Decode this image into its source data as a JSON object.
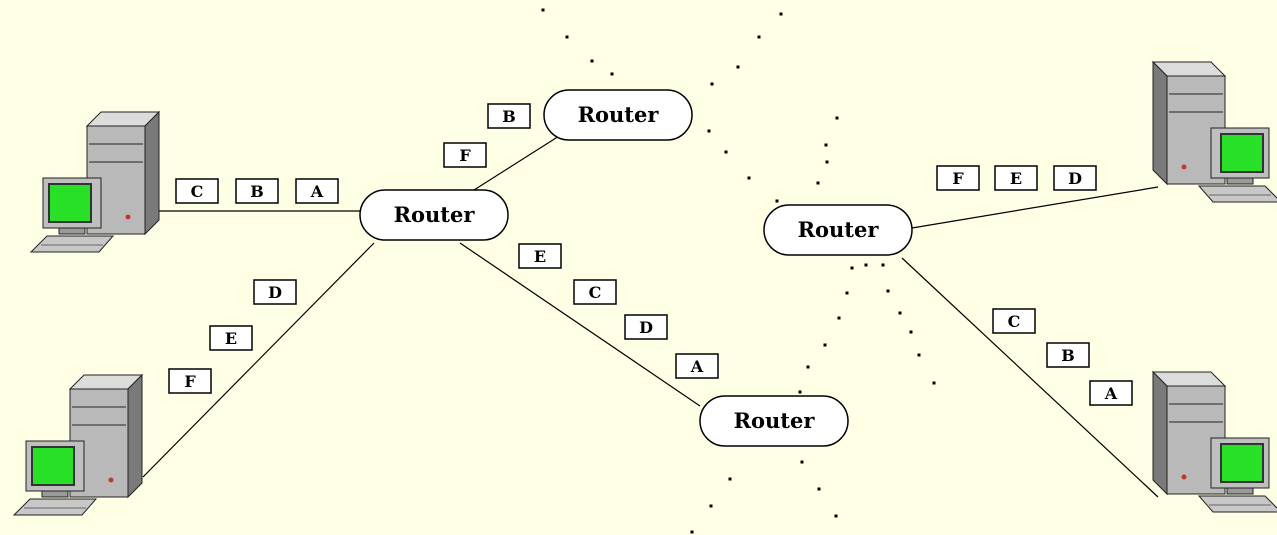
{
  "diagram": {
    "colors": {
      "background": "#ffffe6",
      "link": "#000000",
      "router_fill": "#ffffff",
      "packet_fill": "#ffffff",
      "screen": "#29e029",
      "computer_body": "#b9b9b9"
    },
    "computers": [
      {
        "id": "pc-top-left",
        "icon": "desktop-computer-icon"
      },
      {
        "id": "pc-bottom-left",
        "icon": "desktop-computer-icon"
      },
      {
        "id": "pc-top-right",
        "icon": "desktop-computer-icon"
      },
      {
        "id": "pc-bottom-right",
        "icon": "desktop-computer-icon"
      }
    ],
    "routers": [
      {
        "id": "router-center-left",
        "label": "Router"
      },
      {
        "id": "router-top",
        "label": "Router"
      },
      {
        "id": "router-right",
        "label": "Router"
      },
      {
        "id": "router-bottom",
        "label": "Router"
      }
    ],
    "links": [
      {
        "from": "pc-top-left",
        "to": "router-center-left"
      },
      {
        "from": "pc-bottom-left",
        "to": "router-center-left"
      },
      {
        "from": "router-center-left",
        "to": "router-top"
      },
      {
        "from": "router-center-left",
        "to": "router-bottom"
      },
      {
        "from": "router-right",
        "to": "pc-top-right"
      },
      {
        "from": "router-right",
        "to": "pc-bottom-right"
      }
    ],
    "packet_groups": [
      {
        "link": "pc-top-left--router-center-left",
        "packets": [
          "C",
          "B",
          "A"
        ]
      },
      {
        "link": "pc-bottom-left--router-center-left",
        "packets": [
          "D",
          "E",
          "F"
        ]
      },
      {
        "link": "router-center-left--router-top",
        "packets": [
          "B",
          "F"
        ]
      },
      {
        "link": "router-center-left--router-bottom",
        "packets": [
          "E",
          "C",
          "D",
          "A"
        ]
      },
      {
        "link": "router-right--pc-top-right",
        "packets": [
          "F",
          "E",
          "D"
        ]
      },
      {
        "link": "router-right--pc-bottom-right",
        "packets": [
          "C",
          "B",
          "A"
        ]
      }
    ]
  }
}
